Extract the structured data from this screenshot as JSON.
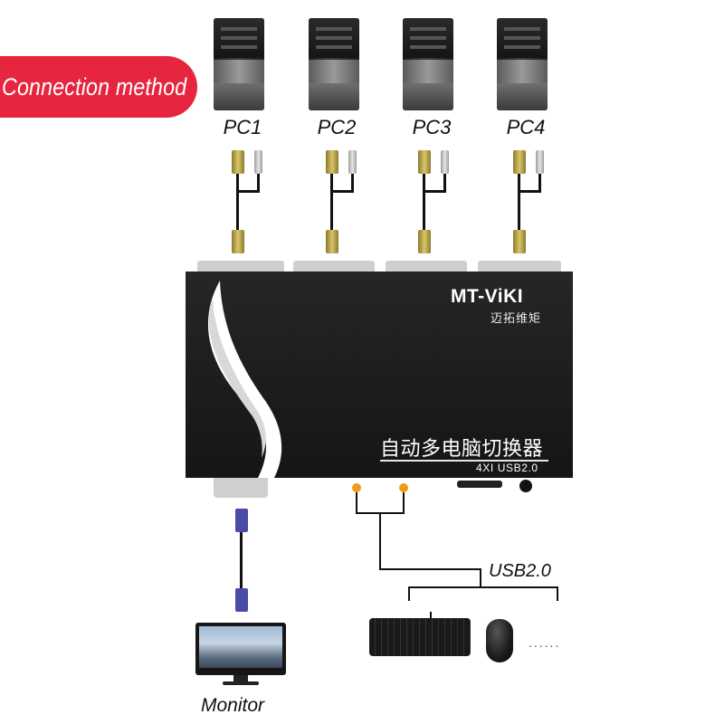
{
  "badge": {
    "label": "Connection method"
  },
  "pcs": [
    {
      "label": "PC1"
    },
    {
      "label": "PC2"
    },
    {
      "label": "PC3"
    },
    {
      "label": "PC4"
    }
  ],
  "device": {
    "brand": "MT-ViKI",
    "brand_cn": "迈拓维矩",
    "title_cn": "自动多电脑切换器",
    "model": "4XI  USB2.0"
  },
  "usb_label": "USB2.0",
  "monitor_label": "Monitor",
  "more_devices": "......",
  "colors": {
    "badge": "#e6263f",
    "device_body": "#1c1c1c",
    "usb_port_dot": "#f29a14",
    "vga_connector": "#c9b458",
    "monitor_connector": "#4a4aa8"
  },
  "icons": [
    "pc-tower-icon",
    "vga-cable-icon",
    "usb-plug-icon",
    "monitor-icon",
    "keyboard-icon",
    "mouse-icon",
    "swoosh-logo-icon"
  ]
}
